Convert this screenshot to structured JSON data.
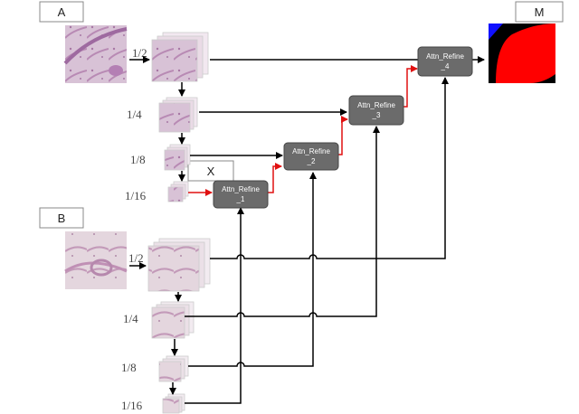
{
  "labels": {
    "input_a": "A",
    "input_b": "B",
    "output_m": "M",
    "feature_x": "X"
  },
  "scales": {
    "a": [
      "1/2",
      "1/4",
      "1/8",
      "1/16"
    ],
    "b": [
      "1/2",
      "1/4",
      "1/8",
      "1/16"
    ]
  },
  "modules": [
    {
      "line1": "Attn_Refine",
      "line2": "_1"
    },
    {
      "line1": "Attn_Refine",
      "line2": "_2"
    },
    {
      "line1": "Attn_Refine",
      "line2": "_3"
    },
    {
      "line1": "Attn_Refine",
      "line2": "_4"
    }
  ],
  "colors": {
    "module_fill": "#6b6b6b",
    "refine_arrow": "#e01010",
    "arrow": "#000000",
    "tissue_pink": "#d6b4cc",
    "mask_red": "#ff0000",
    "mask_blue": "#1010ff"
  }
}
